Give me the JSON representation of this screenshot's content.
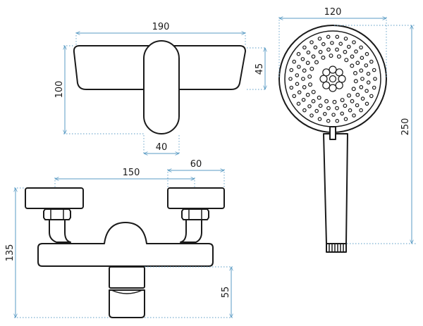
{
  "colors": {
    "outline": "#1a1a1a",
    "dimension_line": "#5a9bc4",
    "background": "#ffffff"
  },
  "dimensions": {
    "top_width": "190",
    "top_lever_height": "45",
    "top_overall_height": "100",
    "top_lever_width": "40",
    "front_width": "150",
    "front_cap_width": "60",
    "front_height": "135",
    "front_outlet_height": "55",
    "head_diameter": "120",
    "shower_length": "250"
  }
}
